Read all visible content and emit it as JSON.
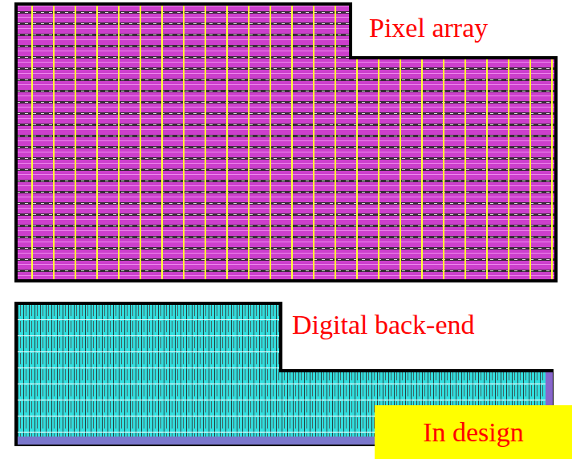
{
  "diagram": {
    "nodes": [
      {
        "text": [
          "In design"
        ]
      }
    ],
    "labels": [
      "Pixel array",
      "Digital back-end"
    ]
  }
}
